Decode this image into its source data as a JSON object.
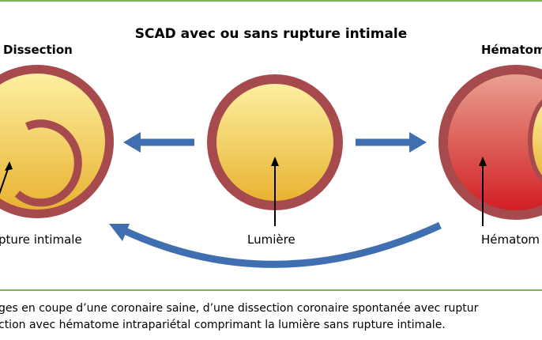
{
  "title": "SCAD avec ou sans rupture intimale",
  "left_heading": "Dissection",
  "right_heading": "Hématome",
  "left_label": "pture intimale",
  "center_label": "Lumière",
  "right_label": "Hématom",
  "caption": {
    "line1": "ges en coupe d’une coronaire saine, d’une dissection coronaire spontanée avec ruptur",
    "line2": "ction avec hématome intrapariétal comprimant la lumière sans rupture intimale."
  },
  "colors": {
    "vessel_wall": "#a64a4e",
    "lumen_top": "#fcefa0",
    "lumen_bottom": "#e9b332",
    "hematoma_top": "#e8a090",
    "hematoma_bottom": "#d21f24",
    "arrow": "#3f6fb0",
    "rule": "#7db45e"
  }
}
